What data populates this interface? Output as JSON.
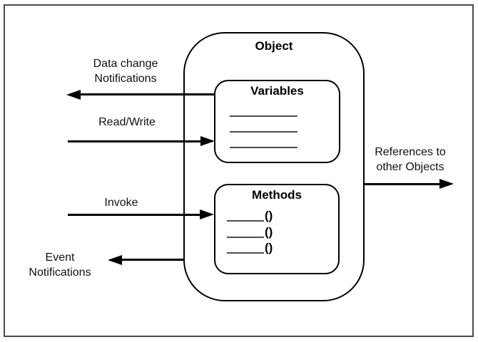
{
  "object_box": {
    "title": "Object"
  },
  "variables_box": {
    "title": "Variables",
    "blank_line_count": 3
  },
  "methods_box": {
    "title": "Methods",
    "paren": "()",
    "method_count": 3
  },
  "labels": {
    "data_change": "Data change\nNotifications",
    "read_write": "Read/Write",
    "invoke": "Invoke",
    "event": "Event\nNotifications",
    "references": "References to\nother Objects"
  },
  "arrows": [
    {
      "name": "data-change-notifications",
      "direction": "left",
      "from": "variables-box",
      "to": "outside"
    },
    {
      "name": "read-write",
      "direction": "right",
      "from": "outside",
      "to": "variables-box"
    },
    {
      "name": "invoke",
      "direction": "right",
      "from": "outside",
      "to": "methods-box"
    },
    {
      "name": "event-notifications",
      "direction": "left",
      "from": "object-box",
      "to": "outside"
    },
    {
      "name": "references-to-other-objects",
      "direction": "right",
      "from": "object-box",
      "to": "outside"
    }
  ],
  "colors": {
    "stroke": "#000000",
    "blank_line": "#4d4d4d",
    "frame": "#4a4a4a",
    "background": "#ffffff",
    "text": "#111111"
  }
}
